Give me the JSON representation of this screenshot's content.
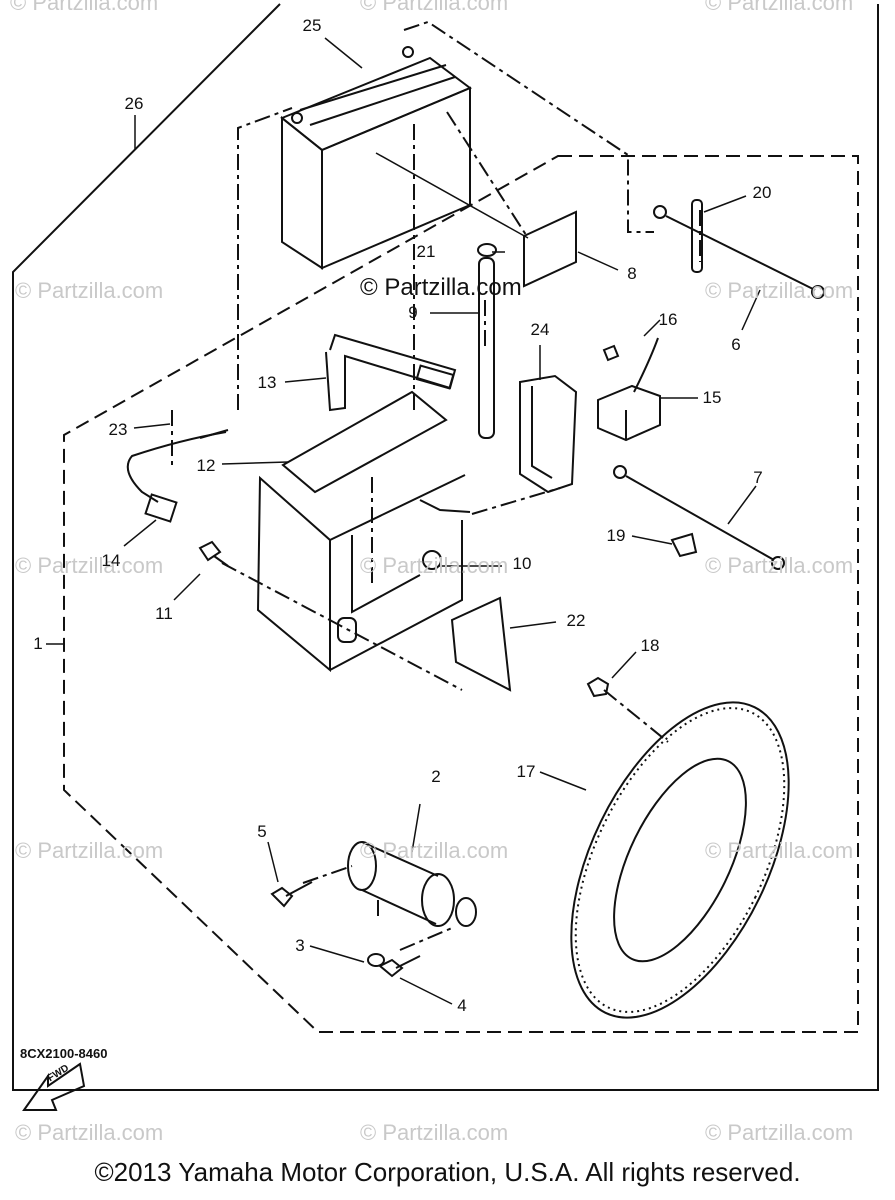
{
  "watermarks": {
    "text": "© Partzilla.com",
    "center": "© Partzilla.com"
  },
  "callouts": [
    "25",
    "26",
    "21",
    "8",
    "20",
    "9",
    "24",
    "16",
    "6",
    "13",
    "15",
    "23",
    "12",
    "7",
    "19",
    "14",
    "10",
    "11",
    "22",
    "1",
    "18",
    "2",
    "17",
    "5",
    "3",
    "4"
  ],
  "diagram_code": "8CX2100-8460",
  "fwd_label": "FWD",
  "copyright": "©2013 Yamaha Motor Corporation, U.S.A. All rights reserved.",
  "colors": {
    "line": "#111111",
    "watermark": "#c9c9c9",
    "background": "#ffffff"
  }
}
